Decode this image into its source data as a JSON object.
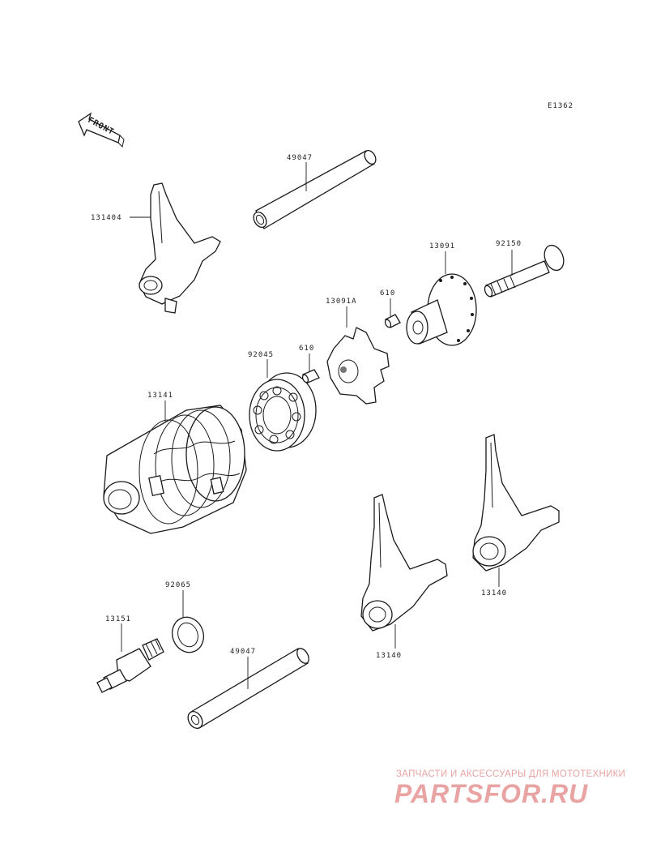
{
  "diagram_code": "E1362",
  "front_label": "FRONT",
  "parts": [
    {
      "id": "fork-a",
      "label": "131404"
    },
    {
      "id": "rod-upper",
      "label": "49047"
    },
    {
      "id": "holder",
      "label": "13091"
    },
    {
      "id": "bolt",
      "label": "92150"
    },
    {
      "id": "pin-a",
      "label": "610"
    },
    {
      "id": "plate",
      "label": "13091A"
    },
    {
      "id": "bearing",
      "label": "92045"
    },
    {
      "id": "pin-b",
      "label": "610"
    },
    {
      "id": "drum",
      "label": "13141"
    },
    {
      "id": "washer",
      "label": "92065"
    },
    {
      "id": "switch",
      "label": "13151"
    },
    {
      "id": "rod-lower",
      "label": "49047"
    },
    {
      "id": "fork-b",
      "label": "13140"
    },
    {
      "id": "fork-c",
      "label": "13140"
    }
  ],
  "watermark": {
    "line1": "ЗАПЧАСТИ И АКСЕССУАРЫ ДЛЯ МОТОТЕХНИКИ",
    "logo": "PARTSFOR.RU"
  },
  "colors": {
    "ink": "#1a1a1a",
    "watermark": "#e9a3a3",
    "background": "#ffffff"
  }
}
